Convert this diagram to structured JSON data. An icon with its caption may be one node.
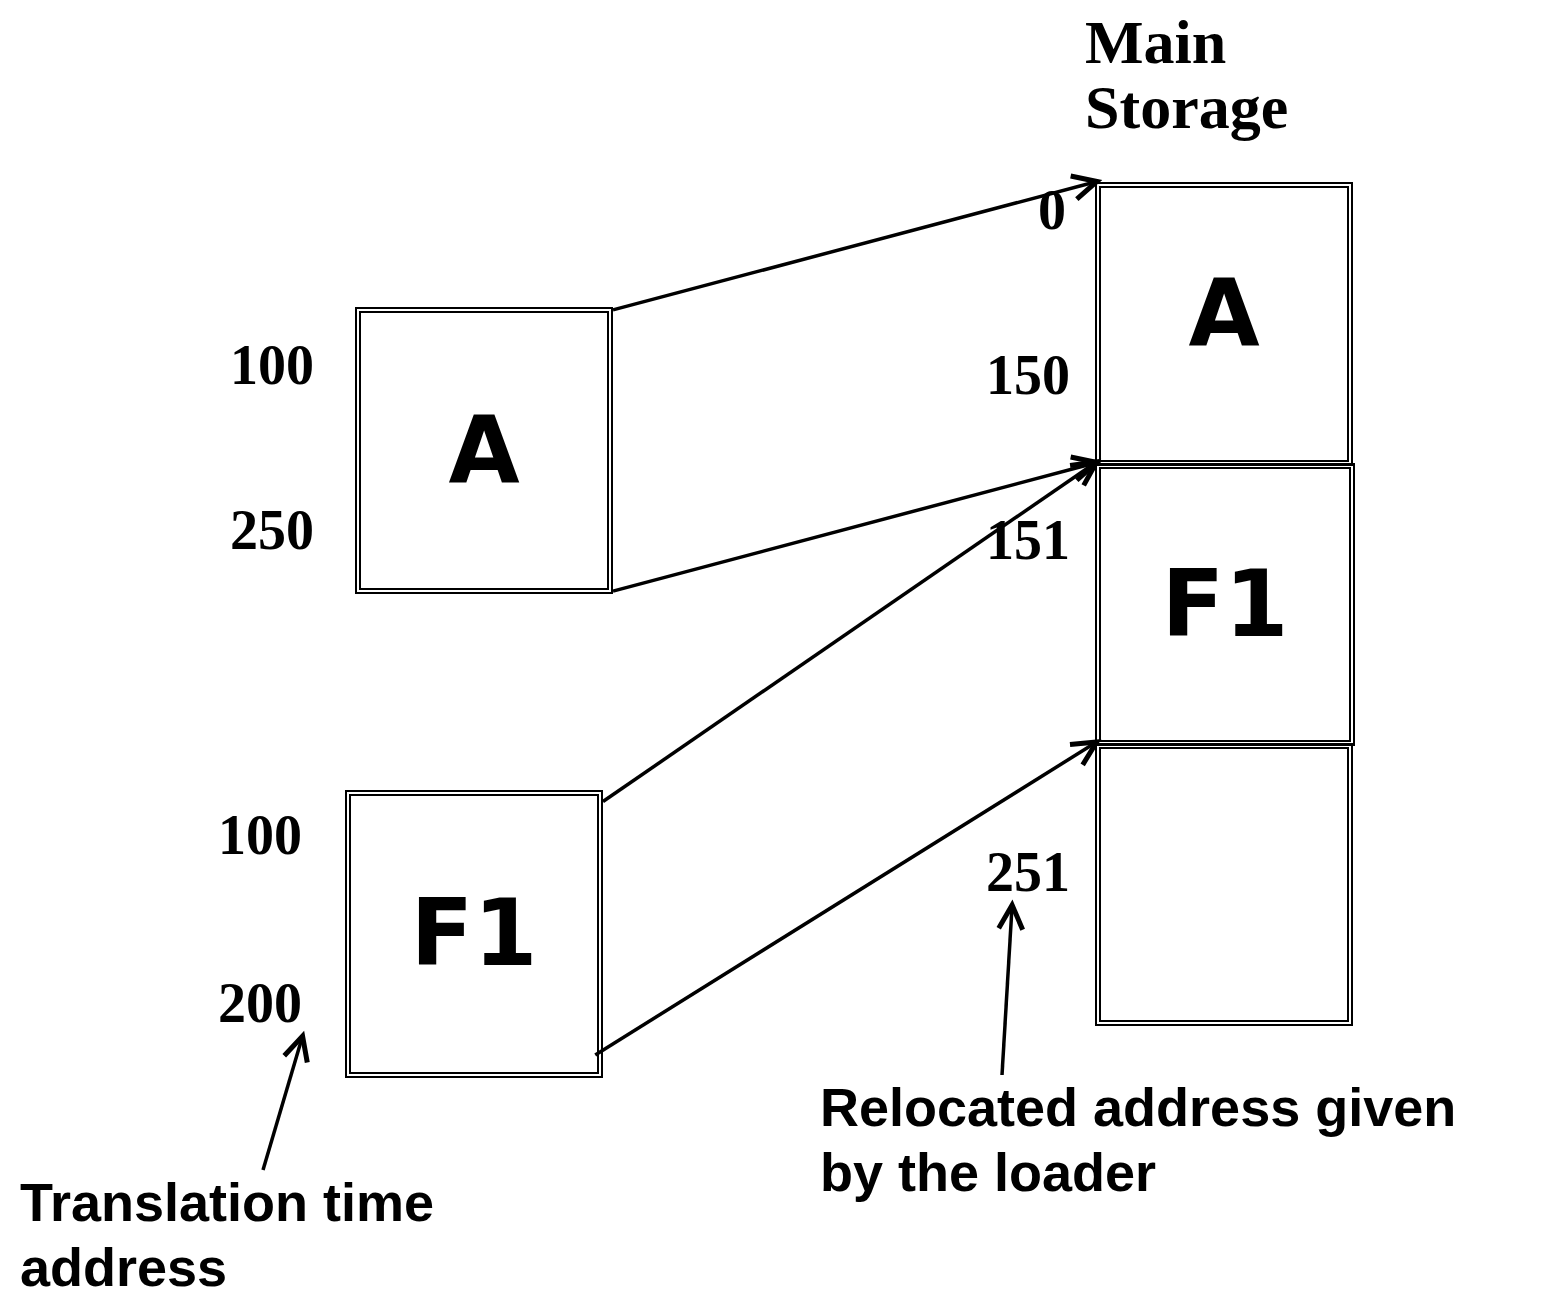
{
  "diagram": {
    "nodes": [
      {
        "text": [
          "Main Storage"
        ]
      },
      {
        "text": [
          "A"
        ],
        "in": 0,
        "beside": [
          "0",
          "150"
        ]
      },
      {
        "text": [
          "F1"
        ],
        "in": 0,
        "beside": [
          "151"
        ]
      },
      {
        "text": [],
        "shape": "box",
        "in": 0,
        "beside": [
          "251"
        ]
      },
      {
        "text": [
          "A"
        ],
        "beside": [
          "100",
          "250"
        ]
      },
      {
        "text": [
          "F1"
        ],
        "beside": [
          "100",
          "200"
        ]
      },
      {
        "text": [
          "Translation time address"
        ]
      },
      {
        "text": [
          "Relocated address given by the loader"
        ]
      }
    ],
    "edges": [
      {
        "from": 4,
        "to": 1,
        "arrow": "to"
      },
      {
        "from": 4,
        "to": 2,
        "arrow": "to"
      },
      {
        "from": 5,
        "to": 2,
        "arrow": "to"
      },
      {
        "from": 5,
        "to": 3,
        "arrow": "to"
      },
      {
        "from": 6,
        "to": 5,
        "arrow": "to"
      },
      {
        "from": 7,
        "to": 3,
        "arrow": "to"
      }
    ]
  }
}
